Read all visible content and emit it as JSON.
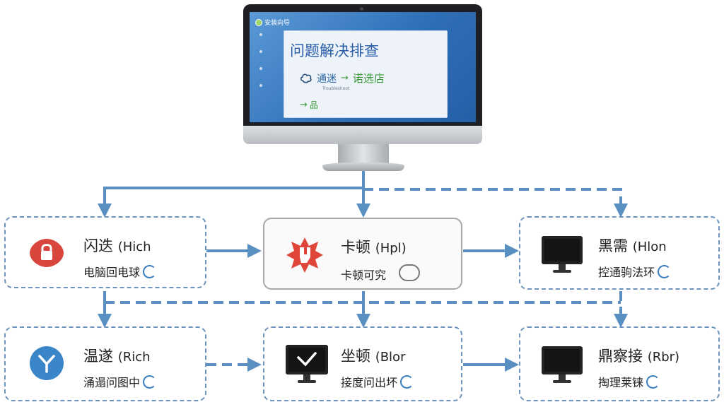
{
  "monitor": {
    "os_title": "安装向导",
    "window_title": "问题解决排查",
    "flow_item_1": "通迷",
    "flow_item_1_sub": "Troubleshoot",
    "flow_arrow": "→",
    "flow_item_2": "诺选店",
    "flow_item_3": "品"
  },
  "nodes": [
    {
      "title": "闪迭",
      "title_latin": "(Hich",
      "sub": "电脑回电球"
    },
    {
      "title": "卡顿",
      "title_latin": "(Hpl)",
      "sub": "卡顿可究"
    },
    {
      "title": "黑需",
      "title_latin": "(Hlon",
      "sub": "控通驹法环"
    },
    {
      "title": "温遂",
      "title_latin": "(Rich",
      "sub": "涌遢问图中"
    },
    {
      "title": "坐顿",
      "title_latin": "(Blor",
      "sub": "接度问出坏"
    },
    {
      "title": "鼎察接",
      "title_latin": "(Rbr)",
      "sub": "掏理莱铼"
    }
  ],
  "colors": {
    "connector": "#5a8fc4",
    "node_border": "#6d93bc",
    "lock_red": "#d9463e",
    "burst_red": "#e0453a",
    "nav_blue": "#3a86c8"
  },
  "icons": [
    "lock-icon",
    "burst-icon",
    "monitor-icon",
    "fork-icon",
    "monitor-check-icon",
    "monitor-icon"
  ]
}
